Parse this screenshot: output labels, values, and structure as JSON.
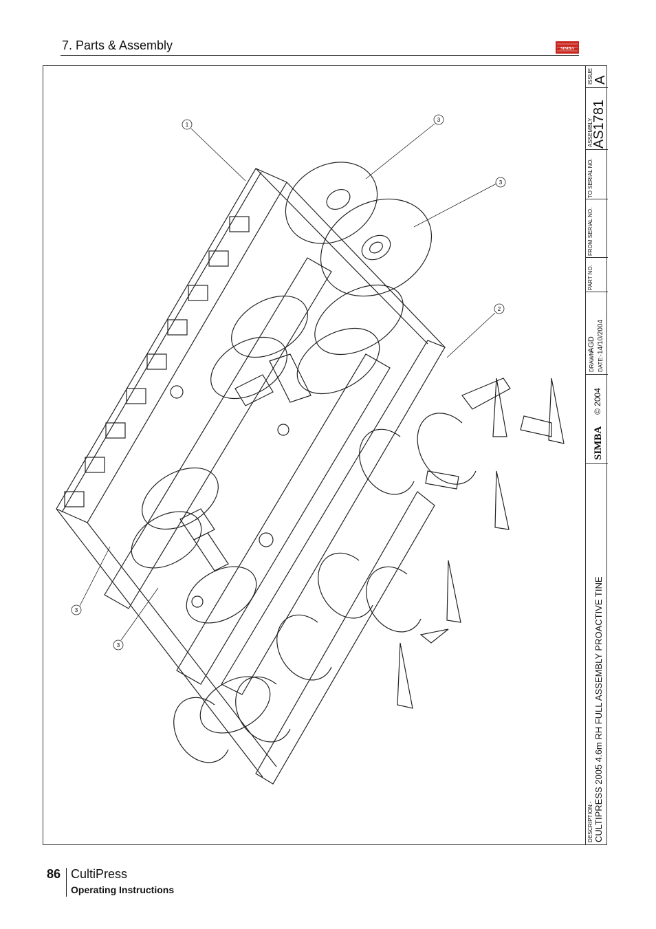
{
  "header": {
    "section_title": "7. Parts & Assembly",
    "brand_logo_text": "SIMBA"
  },
  "callouts": [
    "1",
    "3",
    "3",
    "2",
    "3",
    "3"
  ],
  "title_block": {
    "description_label": "DESCRIPTION:-",
    "description": "CULTIPRESS 2005 4.6m RH FULL ASSEMBLY PROACTIVE TINE",
    "logo_text": "SIMBA",
    "copyright": "© 2004",
    "drawn_label": "DRAWN:-",
    "drawn_value": "AGD",
    "date_label": "DATE:-",
    "date_value": "14/10/2004",
    "part_no_label": "PART NO.",
    "from_serial_label": "FROM SERIAL NO.",
    "to_serial_label": "TO SERIAL NO.",
    "assembly_label": "ASSEMBLY",
    "assembly_value": "AS1781",
    "issue_label": "ISSUE",
    "issue_value": "A"
  },
  "footer": {
    "page_number": "86",
    "product": "CultiPress",
    "subtitle": "Operating Instructions"
  }
}
